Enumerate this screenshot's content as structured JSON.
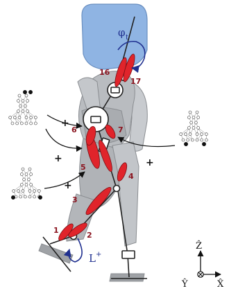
{
  "labels": {
    "muscles": [
      "1",
      "2",
      "3",
      "4",
      "5",
      "6",
      "7",
      "16",
      "17"
    ],
    "plus": "+",
    "torso_angle": "φ",
    "torso_angle_sub": "t",
    "leg_length": "L",
    "leg_length_sup": "+"
  },
  "axes": {
    "z": "Ẑ",
    "y": "Ŷ",
    "x": "X̂"
  },
  "colors": {
    "muscle": "#e0242b",
    "muscle_label": "#8b1520",
    "head_shell": "#8fb4e3",
    "robot_body": "#b9bcc0",
    "annotation": "#1f2f8f"
  },
  "icons": [
    "neural-network-icon",
    "into-page-icon"
  ]
}
